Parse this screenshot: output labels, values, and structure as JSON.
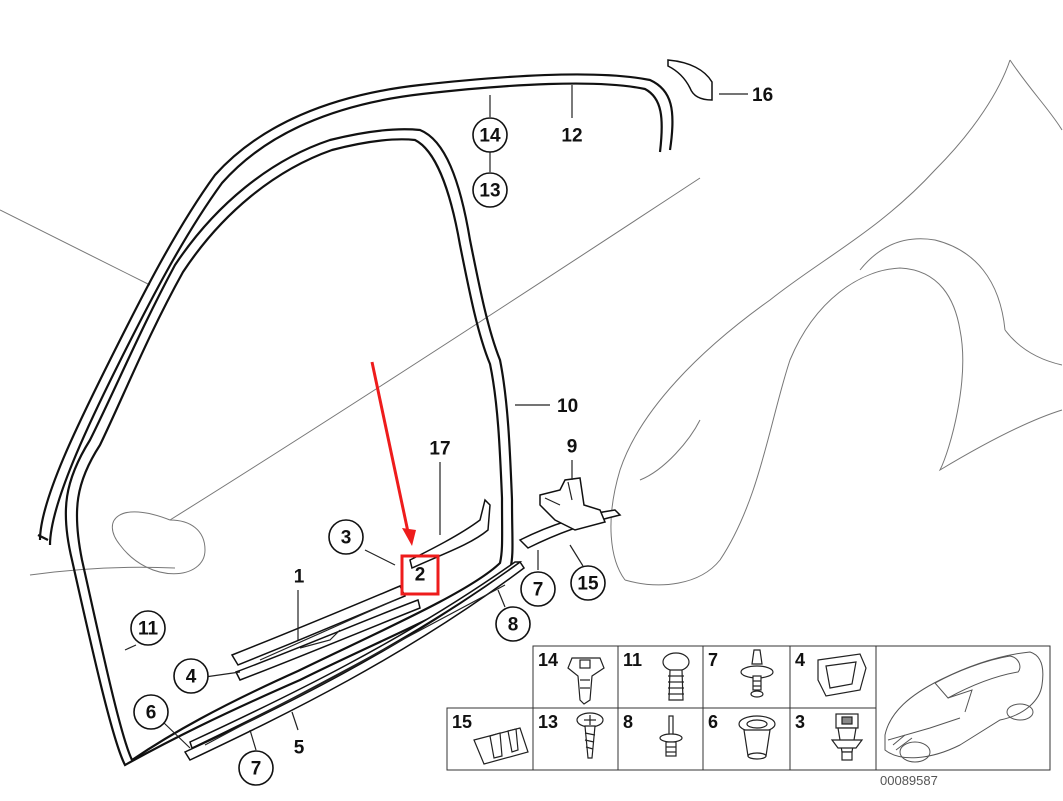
{
  "diagram": {
    "reference_number": "00089587",
    "highlighted_part": "2",
    "colors": {
      "highlight": "#ee1c1c",
      "line": "#111111",
      "body_outline": "#777777"
    },
    "callouts": [
      "1",
      "2",
      "3",
      "4",
      "5",
      "6",
      "7",
      "8",
      "9",
      "10",
      "11",
      "12",
      "13",
      "14",
      "15",
      "16",
      "17"
    ],
    "parts_grid": {
      "row1": [
        {
          "label": "14",
          "icon": "push-nut-icon"
        },
        {
          "label": "11",
          "icon": "fir-tree-clip-icon"
        },
        {
          "label": "7",
          "icon": "expansion-rivet-icon"
        },
        {
          "label": "4",
          "icon": "sill-clip-icon"
        }
      ],
      "row2": [
        {
          "label": "15",
          "icon": "bracket-clip-icon"
        },
        {
          "label": "13",
          "icon": "screw-icon"
        },
        {
          "label": "8",
          "icon": "pin-rivet-icon"
        },
        {
          "label": "6",
          "icon": "grommet-icon"
        },
        {
          "label": "3",
          "icon": "clip-nut-icon"
        }
      ],
      "thumbnail": "car-thumbnail-icon"
    }
  }
}
